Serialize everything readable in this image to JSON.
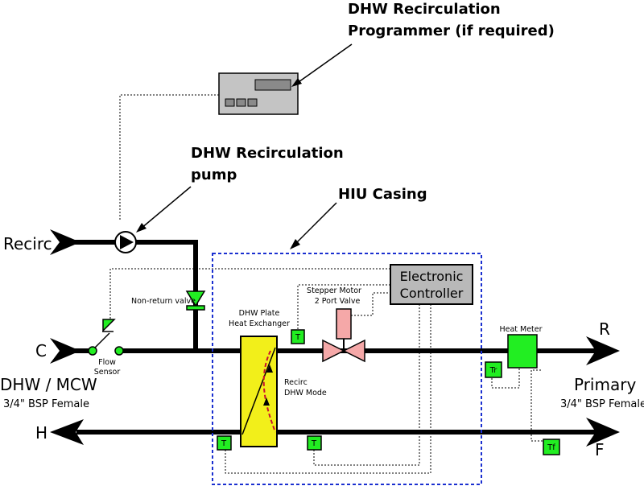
{
  "labels": {
    "programmer_line1": "DHW Recirculation",
    "programmer_line2": "Programmer (if required)",
    "pump_line1": "DHW Recirculation",
    "pump_line2": "pump",
    "hiu_casing": "HIU Casing",
    "recirc": "Recirc",
    "non_return_valve": "Non-return valve",
    "controller_line1": "Electronic",
    "controller_line2": "Controller",
    "stepper_line1": "Stepper Motor",
    "stepper_line2": "2 Port Valve",
    "plate_line1": "DHW Plate",
    "plate_line2": "Heat Exchanger",
    "recirc_mode_line1": "Recirc",
    "recirc_mode_line2": "DHW Mode",
    "heat_meter": "Heat Meter",
    "c": "C",
    "h": "H",
    "r": "R",
    "f": "F",
    "flow_sensor_line1": "Flow",
    "flow_sensor_line2": "Sensor",
    "dhw_mcw": "DHW / MCW",
    "dhw_connection": "3/4\" BSP Female",
    "primary": "Primary",
    "primary_connection": "3/4\" BSP Female"
  },
  "sensors": {
    "t": "T",
    "tr": "Tr",
    "tf": "Tf"
  },
  "colors": {
    "pipe": "#000000",
    "casing": "#1a2fd0",
    "sensor": "#22ee22",
    "heat_exchanger": "#f2ef1a",
    "valve": "#f5a8a8",
    "controller": "#b9b9b9",
    "recirc_path": "#c8102e"
  }
}
